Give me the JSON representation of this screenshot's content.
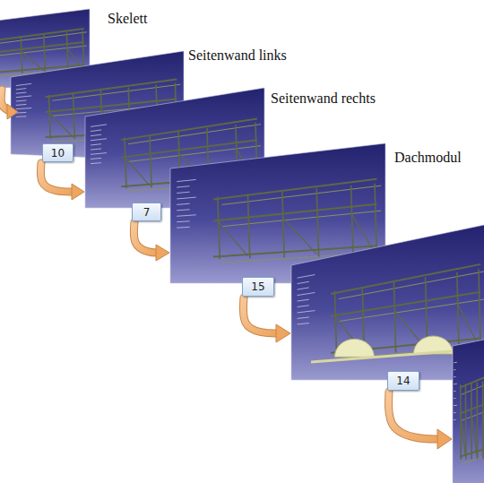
{
  "diagram": {
    "nodes": [
      {
        "text": [
          "10"
        ]
      },
      {
        "text": [
          "7"
        ]
      },
      {
        "text": [
          "15"
        ]
      },
      {
        "text": [
          "14"
        ]
      }
    ],
    "labels": [
      "Skelett",
      "Seitenwand links",
      "Seitenwand rechts",
      "Dachmodul"
    ]
  }
}
